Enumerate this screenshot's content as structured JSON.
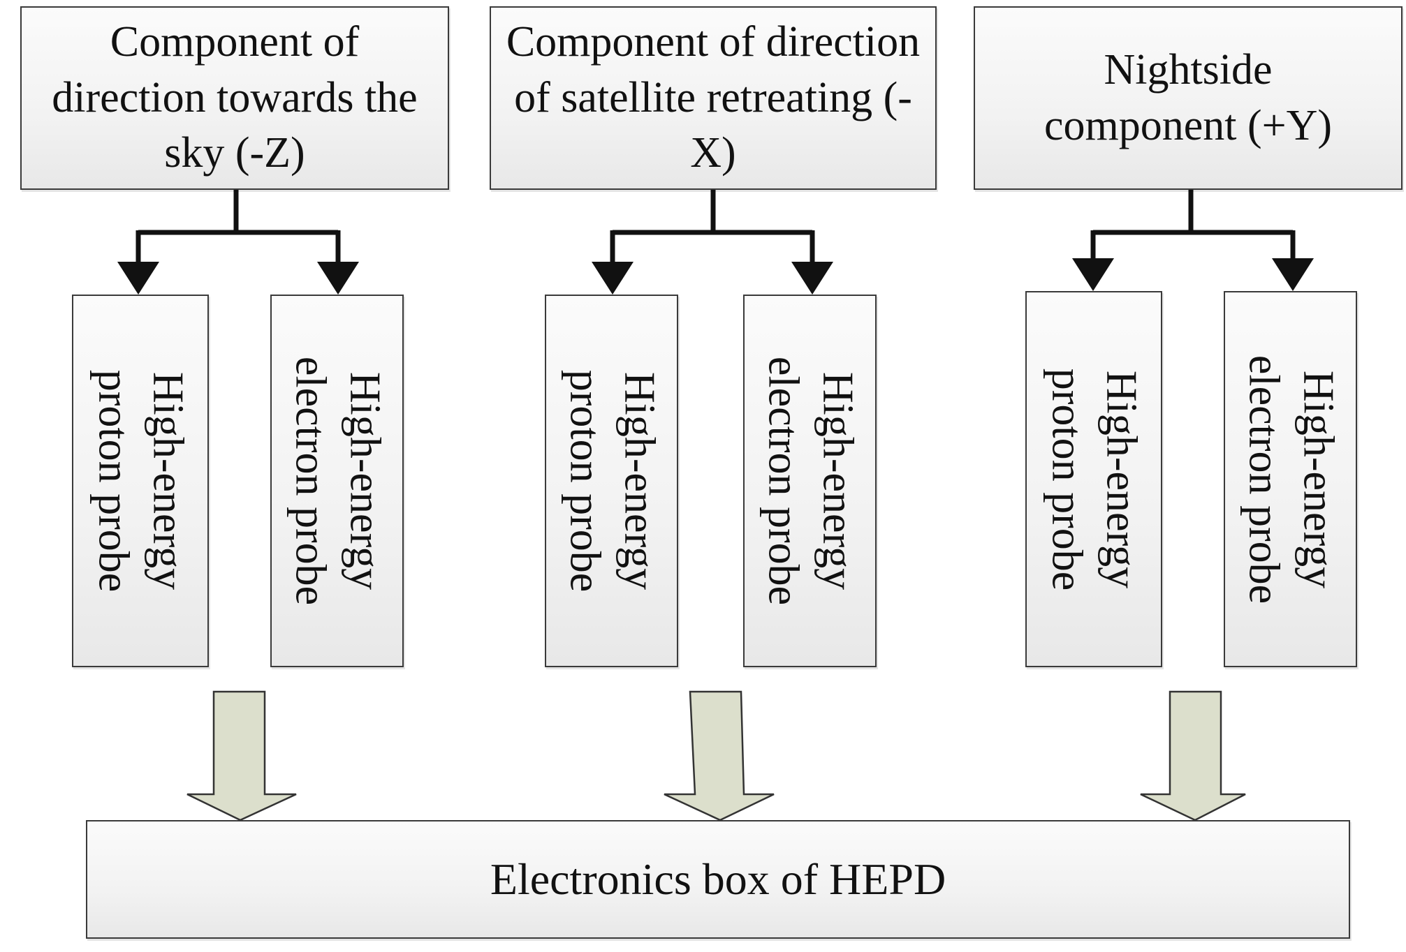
{
  "groups": [
    {
      "component": "Component of direction towards the sky (-Z)",
      "probes": [
        "High-energy proton probe",
        "High-energy electron probe"
      ]
    },
    {
      "component": "Component of direction of satellite retreating (-X)",
      "probes": [
        "High-energy proton probe",
        "High-energy electron probe"
      ]
    },
    {
      "component": "Nightside component (+Y)",
      "probes": [
        "High-energy proton probe",
        "High-energy electron probe"
      ]
    }
  ],
  "electronics_box": "Electronics box of HEPD",
  "colors": {
    "box_border": "#3a3a3a",
    "connector": "#111111",
    "block_arrow_fill": "#dcdfcc"
  }
}
